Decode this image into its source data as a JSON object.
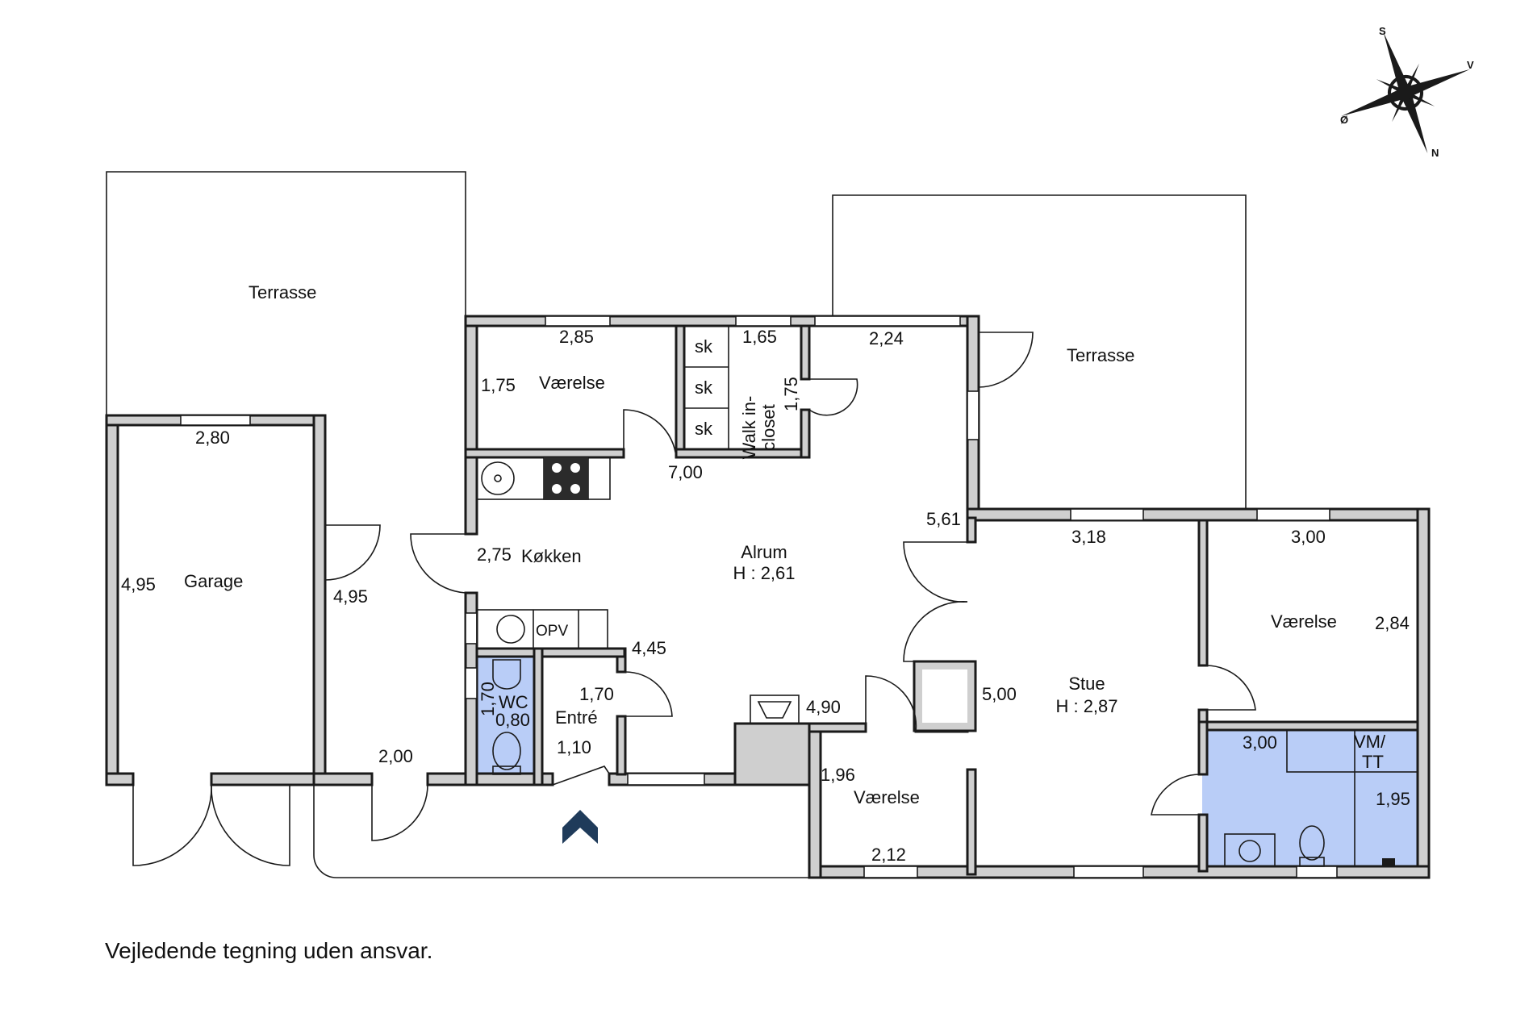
{
  "rooms": {
    "terrasse_west": "Terrasse",
    "terrasse_east": "Terrasse",
    "vaerelse_nw": "Værelse",
    "walk_in_closet_line1": "Walk in-",
    "walk_in_closet_line2": "closet",
    "kokken": "Køkken",
    "alrum": "Alrum",
    "alrum_height": "H : 2,61",
    "garage": "Garage",
    "wc": "WC",
    "entre": "Entré",
    "opv": "OPV",
    "vaerelse_s": "Værelse",
    "stue": "Stue",
    "stue_height": "H : 2,87",
    "vaerelse_e": "Værelse",
    "vm_tt_line1": "VM/",
    "vm_tt_line2": "TT"
  },
  "closet_shelves": [
    "sk",
    "sk",
    "sk"
  ],
  "dimensions": {
    "d_285": "2,85",
    "d_175a": "1,75",
    "d_165": "1,65",
    "d_175b": "1,75",
    "d_224": "2,24",
    "d_280": "2,80",
    "d_700": "7,00",
    "d_561": "5,61",
    "d_318": "3,18",
    "d_300a": "3,00",
    "d_495a": "4,95",
    "d_495b": "4,95",
    "d_275": "2,75",
    "d_284": "2,84",
    "d_445": "4,45",
    "d_170a": "1,70",
    "d_170b": "1,70",
    "d_080": "0,80",
    "d_110": "1,10",
    "d_200": "2,00",
    "d_490": "4,90",
    "d_500": "5,00",
    "d_196": "1,96",
    "d_212": "2,12",
    "d_300b": "3,00",
    "d_195": "1,95"
  },
  "compass": {
    "s": "S",
    "v": "V",
    "o": "Ø",
    "n": "N"
  },
  "disclaimer": "Vejledende tegning uden ansvar.",
  "colors": {
    "wall": "#cfcfcf",
    "bathroom": "#b9cdf7",
    "entry_arrow": "#1f3b5a"
  }
}
